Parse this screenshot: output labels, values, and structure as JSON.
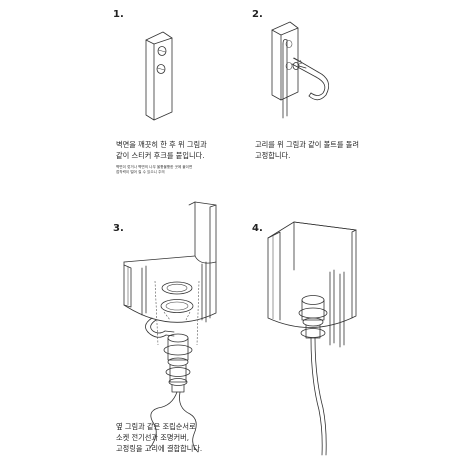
{
  "steps": [
    {
      "number": "1.",
      "caption": [
        "벽면을 깨끗히 한 후 위 그림과",
        "같이 스티커 후크를 붙입니다."
      ],
      "note": [
        "벽면이 젖거나 벽면의 나무 울퉁불퉁한 곳에 붙이면",
        "접착력이 떨어 질 수 있으니 주의"
      ]
    },
    {
      "number": "2.",
      "caption": [
        "고리를 위 그림과 같이 볼트를 돌려",
        "고정합니다."
      ]
    },
    {
      "number": "3.",
      "caption": [
        "옆 그림과 같은 조립순서로",
        "소켓 전기선과 조명커버,",
        "고정링을 고리에 결합합니다."
      ]
    },
    {
      "number": "4."
    }
  ]
}
